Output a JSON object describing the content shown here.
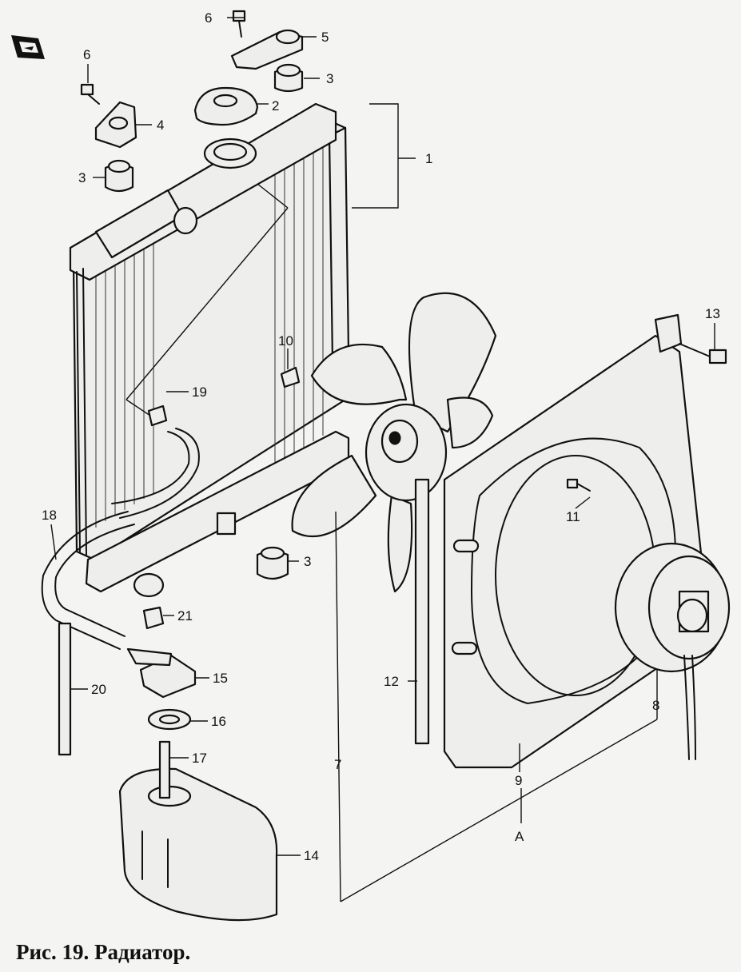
{
  "caption": "Рис. 19. Радиатор.",
  "callouts": {
    "c1": "1",
    "c2": "2",
    "c3a": "3",
    "c3b": "3",
    "c3c": "3",
    "c4": "4",
    "c5": "5",
    "c6a": "6",
    "c6b": "6",
    "c7": "7",
    "c8": "8",
    "c9": "9",
    "c10": "10",
    "c11": "11",
    "c12": "12",
    "c13": "13",
    "c14": "14",
    "c15": "15",
    "c16": "16",
    "c17": "17",
    "c18": "18",
    "c19": "19",
    "c20": "20",
    "c21": "21",
    "refA": "A"
  },
  "icons": {
    "orientation": "front-arrow-icon"
  }
}
